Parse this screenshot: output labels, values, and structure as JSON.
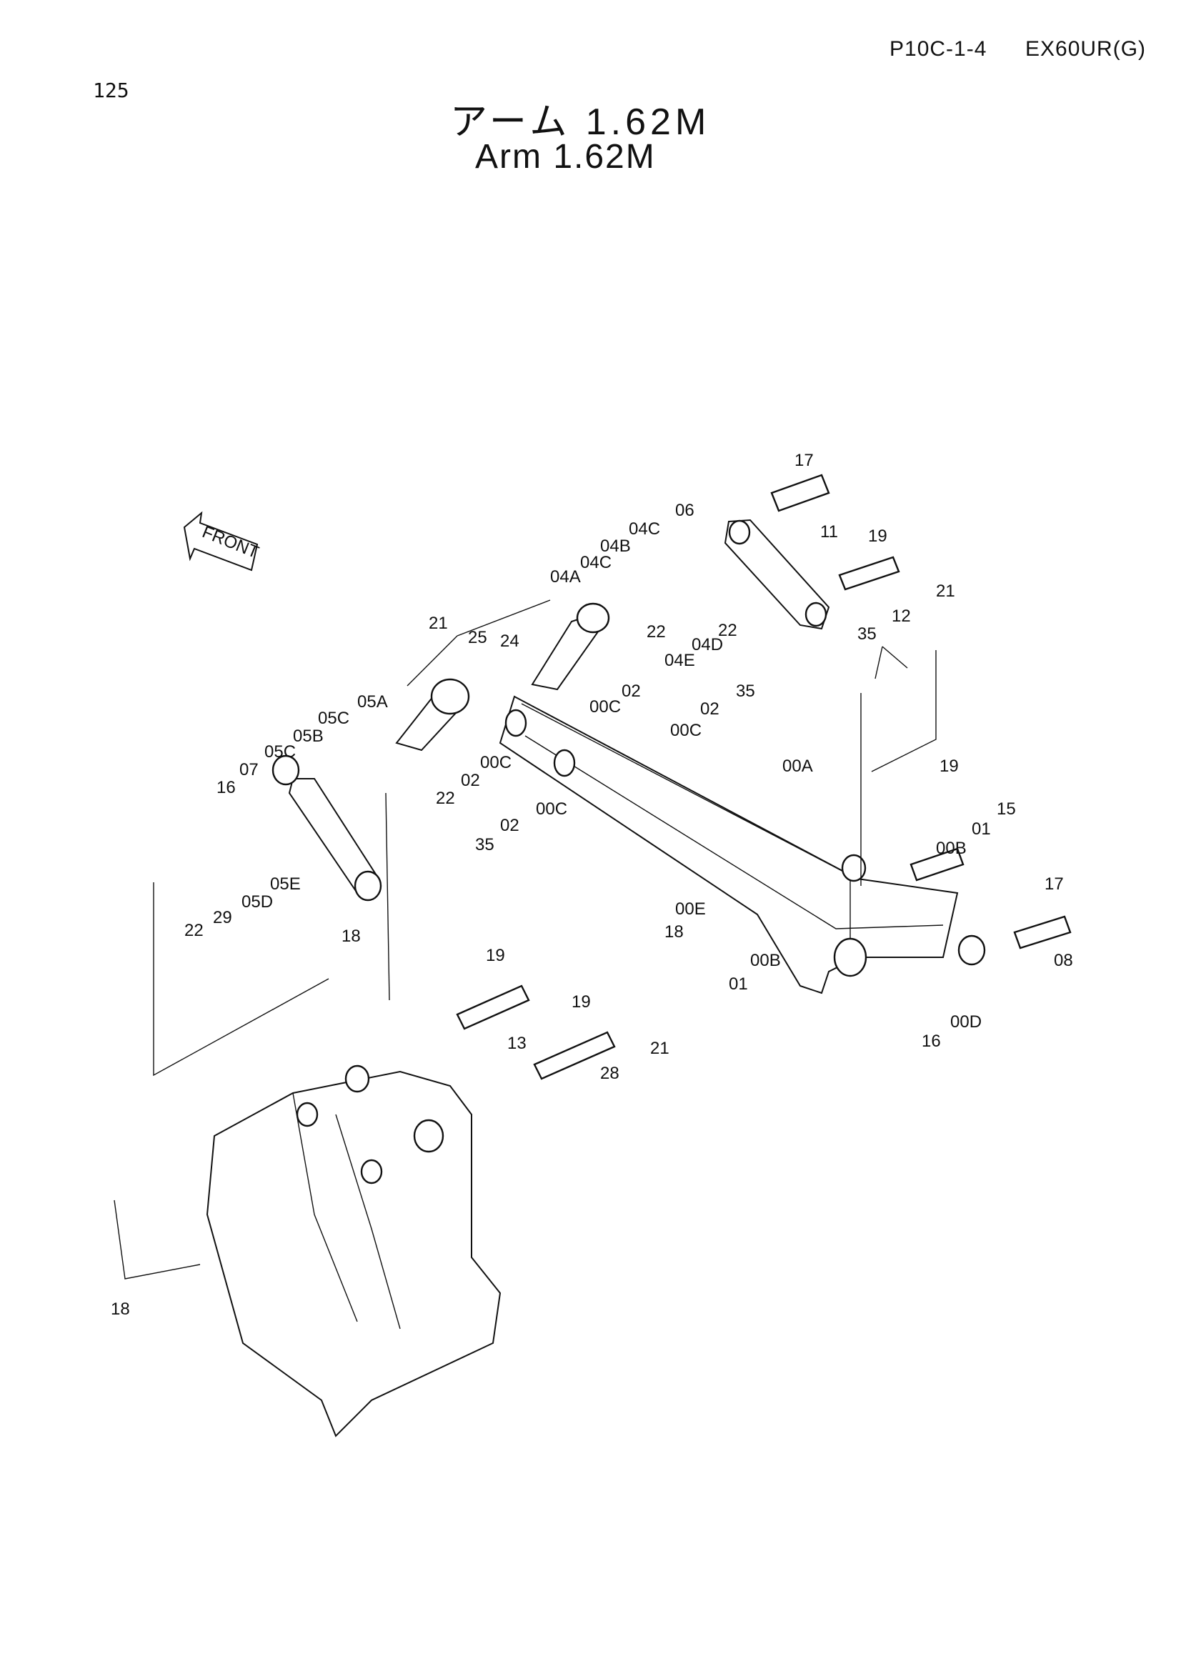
{
  "header": {
    "page_ref": "P10C-1-4",
    "model": "EX60UR(G)",
    "page_number": "125",
    "title_jp": "アーム 1.62M",
    "title_en": "Arm 1.62M"
  },
  "front_arrow": {
    "label": "FRONT"
  },
  "callouts": [
    "17",
    "11",
    "06",
    "19",
    "21",
    "12",
    "04C",
    "04B",
    "04C",
    "04A",
    "22",
    "04D",
    "21",
    "25",
    "24",
    "04E",
    "22",
    "35",
    "35",
    "05A",
    "02",
    "00C",
    "02",
    "05C",
    "00C",
    "05B",
    "05C",
    "00C",
    "02",
    "07",
    "22",
    "00C",
    "00A",
    "19",
    "16",
    "02",
    "35",
    "15",
    "01",
    "00B",
    "05E",
    "05D",
    "29",
    "22",
    "18",
    "17",
    "00E",
    "18",
    "08",
    "19",
    "00B",
    "01",
    "19",
    "13",
    "21",
    "28",
    "16",
    "00D",
    "18"
  ]
}
